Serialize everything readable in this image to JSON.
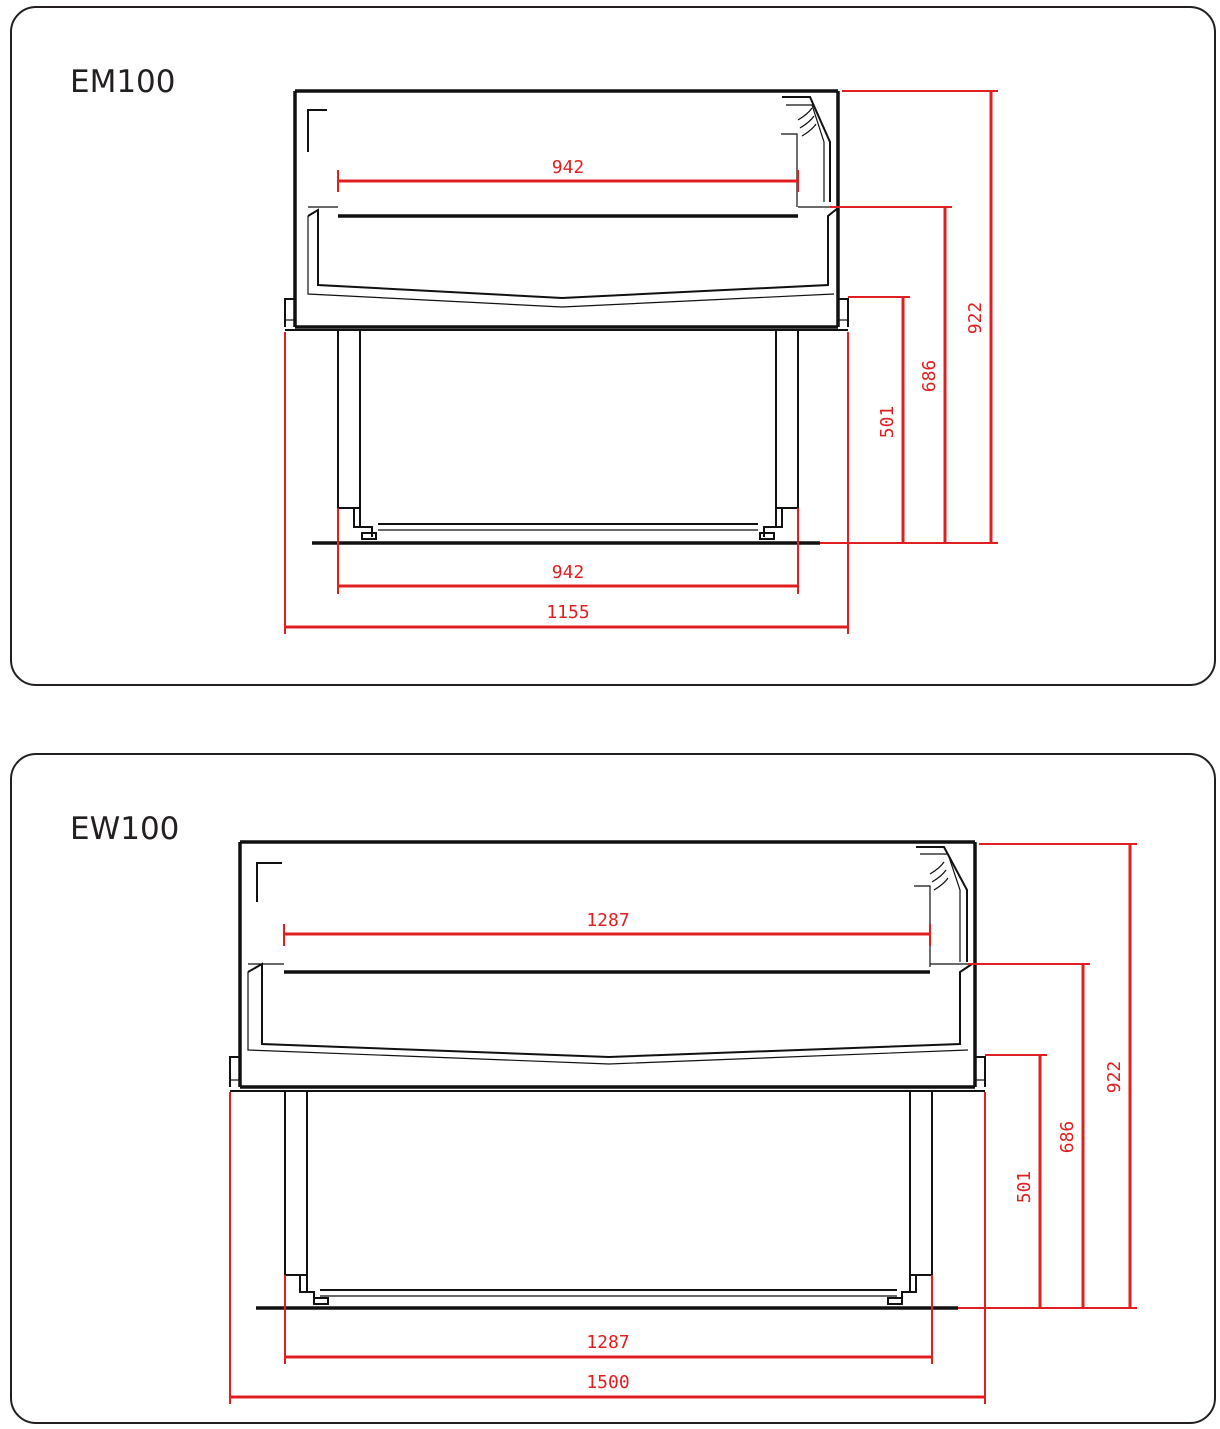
{
  "colors": {
    "dimension": "#e02020",
    "outline": "#111111",
    "frame": "#231f20"
  },
  "drawings": [
    {
      "model": "EM100",
      "dimensions": {
        "inner_width": "942",
        "leg_span": "942",
        "overall_width": "1155",
        "height_base": "501",
        "height_deck": "686",
        "height_total": "922"
      }
    },
    {
      "model": "EW100",
      "dimensions": {
        "inner_width": "1287",
        "leg_span": "1287",
        "overall_width": "1500",
        "height_base": "501",
        "height_deck": "686",
        "height_total": "922"
      }
    }
  ]
}
